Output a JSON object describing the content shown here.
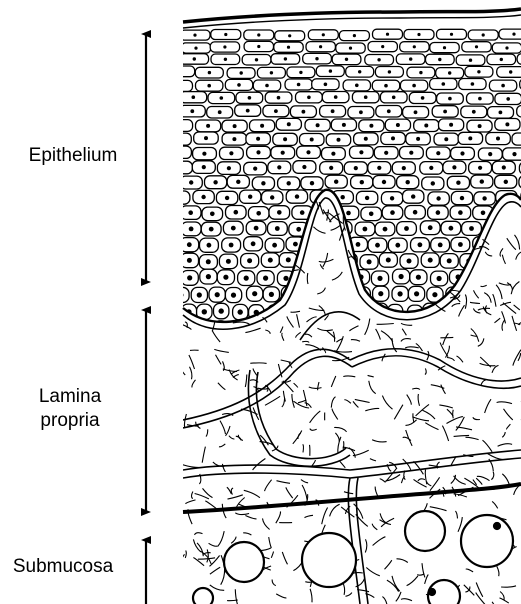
{
  "labels": {
    "epithelium": "Epithelium",
    "lamina_line1": "Lamina",
    "lamina_line2": "propria",
    "submucosa": "Submucosa"
  },
  "colors": {
    "ink": "#000000",
    "paper": "#ffffff"
  },
  "icons": {
    "layer_extent": "double-headed-vertical-arrow"
  }
}
